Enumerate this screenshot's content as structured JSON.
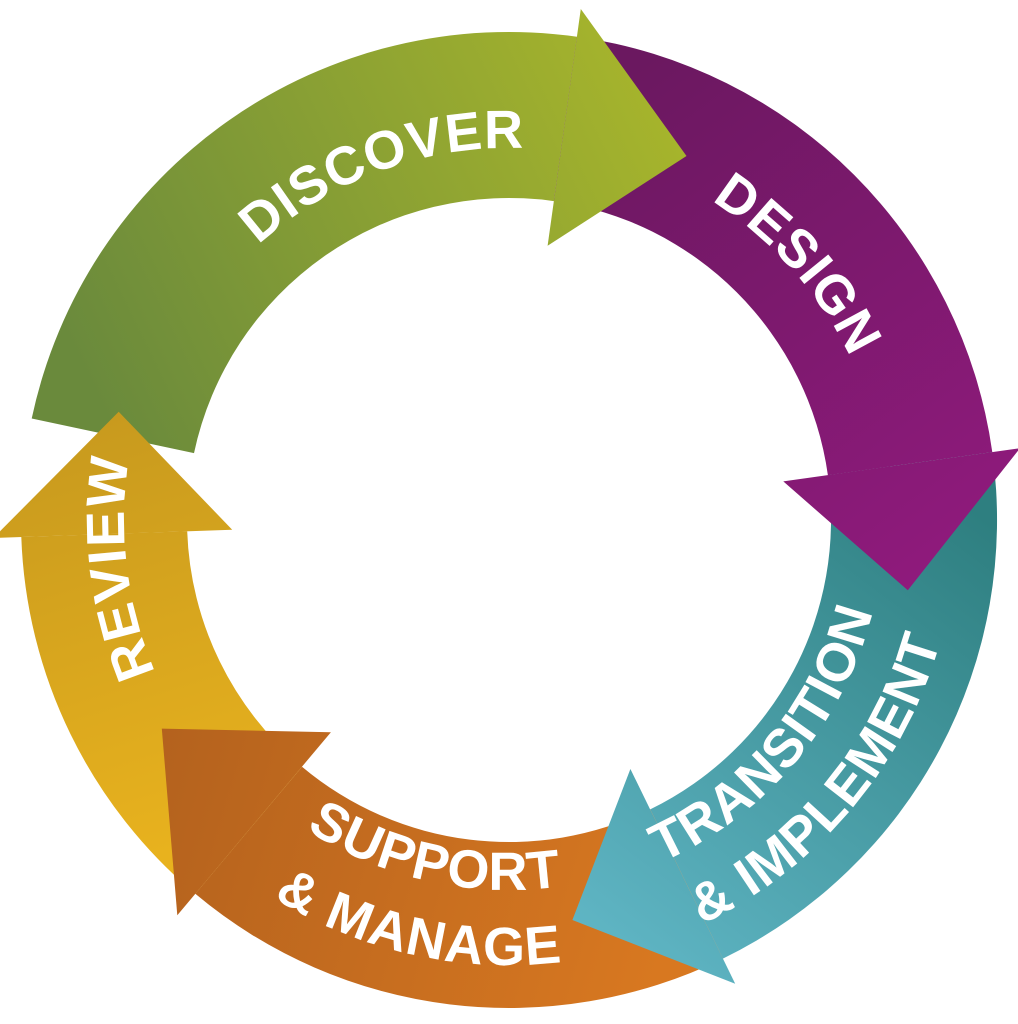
{
  "cycle": {
    "stages": [
      {
        "id": "discover",
        "lines": [
          "DISCOVER"
        ],
        "color_start": "#6a8a3c",
        "color_end": "#a6b42c"
      },
      {
        "id": "design",
        "lines": [
          "DESIGN"
        ],
        "color_start": "#6b1860",
        "color_end": "#8f1a7c"
      },
      {
        "id": "transition",
        "lines": [
          "TRANSITION",
          "& IMPLEMENT"
        ],
        "color_start": "#2e7f80",
        "color_end": "#5fb5c4"
      },
      {
        "id": "support",
        "lines": [
          "SUPPORT",
          "& MANAGE"
        ],
        "color_start": "#d87820",
        "color_end": "#b4621e"
      },
      {
        "id": "review",
        "lines": [
          "REVIEW"
        ],
        "color_start": "#e8b21e",
        "color_end": "#c89a1e"
      }
    ],
    "direction": "clockwise"
  }
}
